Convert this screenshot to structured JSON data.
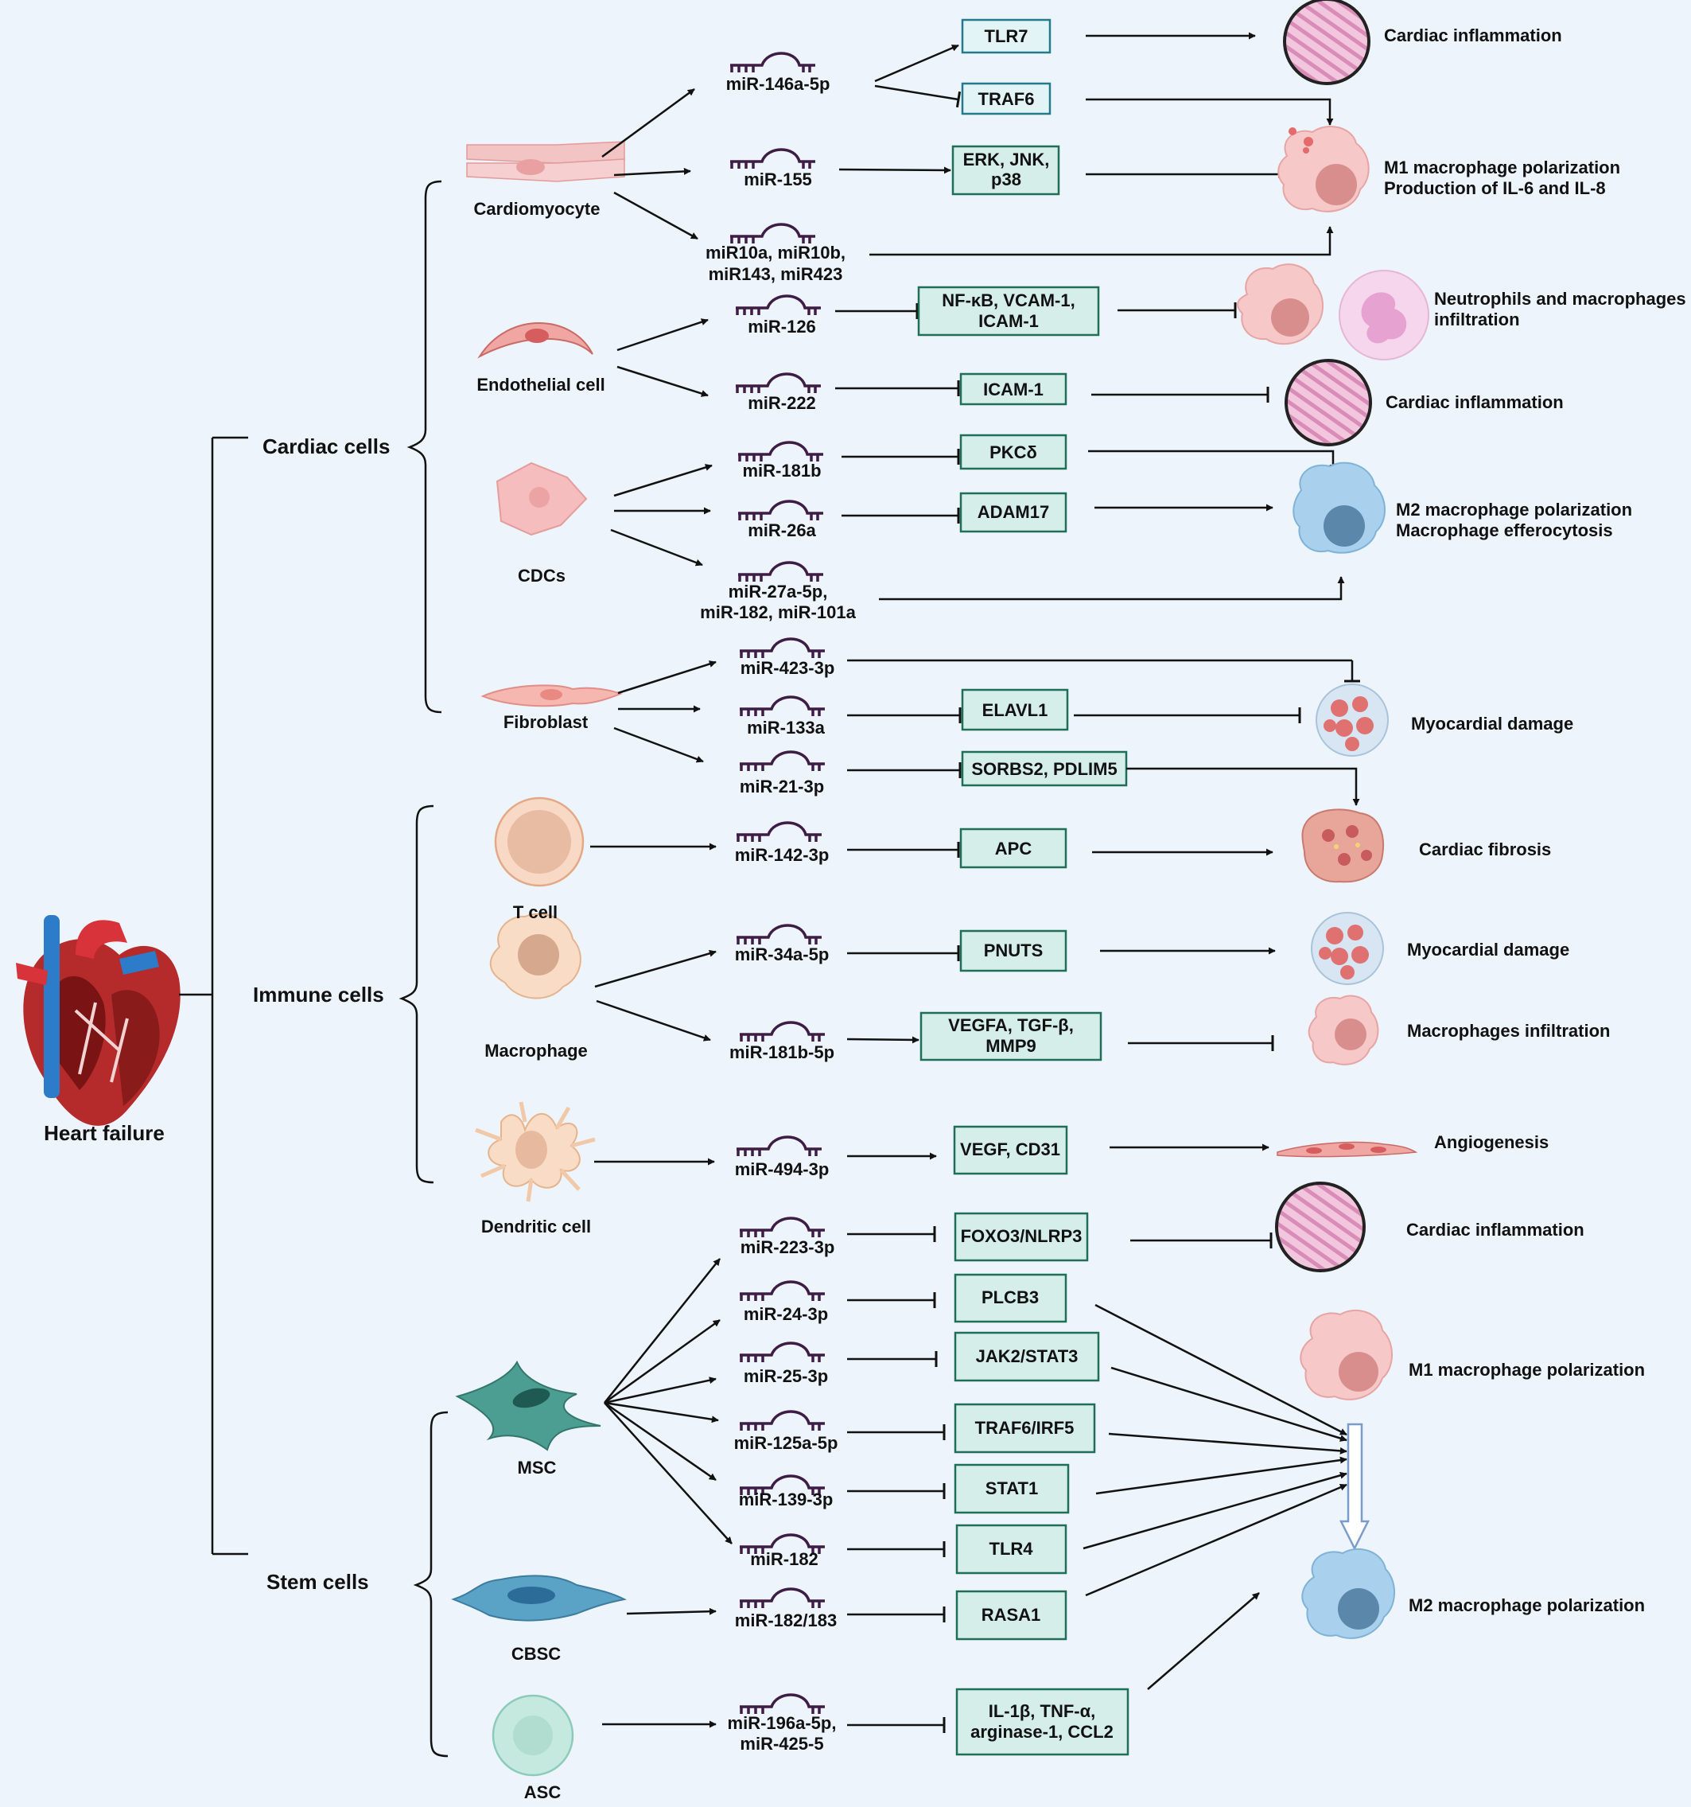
{
  "root": {
    "label": "Heart failure"
  },
  "groups": [
    {
      "label": "Cardiac cells"
    },
    {
      "label": "Immune cells"
    },
    {
      "label": "Stem cells"
    }
  ],
  "cells": [
    {
      "label": "Cardiomyocyte"
    },
    {
      "label": "Endothelial cell"
    },
    {
      "label": "CDCs"
    },
    {
      "label": "Fibroblast"
    },
    {
      "label": "T cell"
    },
    {
      "label": "Macrophage"
    },
    {
      "label": "Dendritic cell"
    },
    {
      "label": "MSC"
    },
    {
      "label": "CBSC"
    },
    {
      "label": "ASC"
    }
  ],
  "mirs": [
    {
      "lines": [
        "miR-146a-5p"
      ]
    },
    {
      "lines": [
        "miR-155"
      ]
    },
    {
      "lines": [
        "miR10a, miR10b,",
        "miR143, miR423"
      ]
    },
    {
      "lines": [
        "miR-126"
      ]
    },
    {
      "lines": [
        "miR-222"
      ]
    },
    {
      "lines": [
        "miR-181b"
      ]
    },
    {
      "lines": [
        "miR-26a"
      ]
    },
    {
      "lines": [
        "miR-27a-5p,",
        "miR-182, miR-101a"
      ]
    },
    {
      "lines": [
        "miR-423-3p"
      ]
    },
    {
      "lines": [
        "miR-133a"
      ]
    },
    {
      "lines": [
        "miR-21-3p"
      ]
    },
    {
      "lines": [
        "miR-142-3p"
      ]
    },
    {
      "lines": [
        "miR-34a-5p"
      ]
    },
    {
      "lines": [
        "miR-181b-5p"
      ]
    },
    {
      "lines": [
        "miR-494-3p"
      ]
    },
    {
      "lines": [
        "miR-223-3p"
      ]
    },
    {
      "lines": [
        "miR-24-3p"
      ]
    },
    {
      "lines": [
        "miR-25-3p"
      ]
    },
    {
      "lines": [
        "miR-125a-5p"
      ]
    },
    {
      "lines": [
        "miR-139-3p"
      ]
    },
    {
      "lines": [
        "miR-182"
      ]
    },
    {
      "lines": [
        "miR-182/183"
      ]
    },
    {
      "lines": [
        "miR-196a-5p,",
        "miR-425-5"
      ]
    }
  ],
  "targets": [
    {
      "lines": [
        "TLR7"
      ]
    },
    {
      "lines": [
        "TRAF6"
      ]
    },
    {
      "lines": [
        "ERK, JNK,",
        "p38"
      ]
    },
    {
      "lines": [
        "NF-κB, VCAM-1,",
        "ICAM-1"
      ]
    },
    {
      "lines": [
        "ICAM-1"
      ]
    },
    {
      "lines": [
        "PKCδ"
      ]
    },
    {
      "lines": [
        "ADAM17"
      ]
    },
    {
      "lines": [
        "ELAVL1"
      ]
    },
    {
      "lines": [
        "SORBS2, PDLIM5"
      ]
    },
    {
      "lines": [
        "APC"
      ]
    },
    {
      "lines": [
        "PNUTS"
      ]
    },
    {
      "lines": [
        "VEGFA, TGF-β,",
        "MMP9"
      ]
    },
    {
      "lines": [
        "VEGF, CD31"
      ]
    },
    {
      "lines": [
        "FOXO3/NLRP3"
      ]
    },
    {
      "lines": [
        "PLCB3"
      ]
    },
    {
      "lines": [
        "JAK2/STAT3"
      ]
    },
    {
      "lines": [
        "TRAF6/IRF5"
      ]
    },
    {
      "lines": [
        "STAT1"
      ]
    },
    {
      "lines": [
        "TLR4"
      ]
    },
    {
      "lines": [
        "RASA1"
      ]
    },
    {
      "lines": [
        "IL-1β, TNF-α,",
        "arginase-1, CCL2"
      ]
    }
  ],
  "outcomes": [
    {
      "lines": [
        "Cardiac inflammation"
      ]
    },
    {
      "lines": [
        "M1 macrophage polarization",
        "Production of  IL-6 and IL-8"
      ]
    },
    {
      "lines": [
        "Neutrophils and macrophages",
        "infiltration"
      ]
    },
    {
      "lines": [
        "Cardiac inflammation"
      ]
    },
    {
      "lines": [
        "M2 macrophage polarization",
        "Macrophage efferocytosis"
      ]
    },
    {
      "lines": [
        "Myocardial damage"
      ]
    },
    {
      "lines": [
        "Cardiac fibrosis"
      ]
    },
    {
      "lines": [
        "Myocardial damage"
      ]
    },
    {
      "lines": [
        "Macrophages infiltration"
      ]
    },
    {
      "lines": [
        "Angiogenesis"
      ]
    },
    {
      "lines": [
        "Cardiac inflammation"
      ]
    },
    {
      "lines": [
        "M1 macrophage polarization"
      ]
    },
    {
      "lines": [
        "M2 macrophage polarization"
      ]
    }
  ],
  "colors": {
    "background": "#eef4fb",
    "target_box_fill": "#d5eee9",
    "target_box_stroke": "#1f6e57",
    "mirna_glyph": "#3d1d45",
    "cardiomyocyte": "#f3c4c4",
    "m1_macrophage": "#f7c8c8",
    "m2_macrophage": "#a9d1ee",
    "msc": "#4d9e92",
    "cbsc": "#5aa3c6",
    "t_cell": "#f6d2bb"
  }
}
